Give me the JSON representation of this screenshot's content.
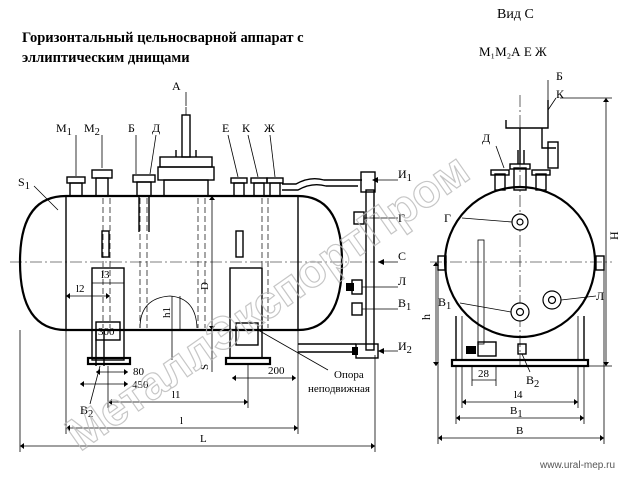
{
  "title": {
    "line1": "Горизонтальный цельносварной аппарат с",
    "line2": "эллиптическим днищами"
  },
  "view_c": {
    "title": "Вид С"
  },
  "front_labels": {
    "a": "А",
    "m1": "М",
    "m1_sub": "1",
    "m2": "М",
    "m2_sub": "2",
    "b": "Б",
    "d": "Д",
    "e": "Е",
    "k": "К",
    "zh": "Ж",
    "s1": "S",
    "s1_sub": "1",
    "i1": "И",
    "i1_sub": "1",
    "g": "Г",
    "c": "С",
    "l": "Л",
    "v1": "В",
    "v1_sub": "1",
    "i2": "И",
    "i2_sub": "2",
    "v2": "В",
    "v2_sub": "2",
    "dim_h1": "h1",
    "dim_d": "D",
    "dim_s": "S"
  },
  "front_dims": {
    "l3": "l3",
    "l2": "l2",
    "d300": "300",
    "d80": "80",
    "d450": "450",
    "l1": "l1",
    "l": "l",
    "L": "L",
    "d200": "200"
  },
  "support_note": {
    "line1": "Опора",
    "line2": "неподвижная"
  },
  "side_labels": {
    "top_group": "М₁М₂А Е Ж",
    "b": "Б",
    "k": "К",
    "d": "Д",
    "g": "Г",
    "v1": "В",
    "v1_sub": "1",
    "l": "Л",
    "v2": "В",
    "v2_sub": "2",
    "H": "H",
    "h": "h"
  },
  "side_dims": {
    "d28": "28",
    "l4": "l4",
    "B1": "B",
    "B1_sub": "1",
    "B": "B"
  },
  "watermark": "МеталлЭкспортПром",
  "footer_url": "www.ural-mep.ru",
  "colors": {
    "ink": "#000000",
    "watermark": "#b8b8b8",
    "background": "#ffffff"
  }
}
